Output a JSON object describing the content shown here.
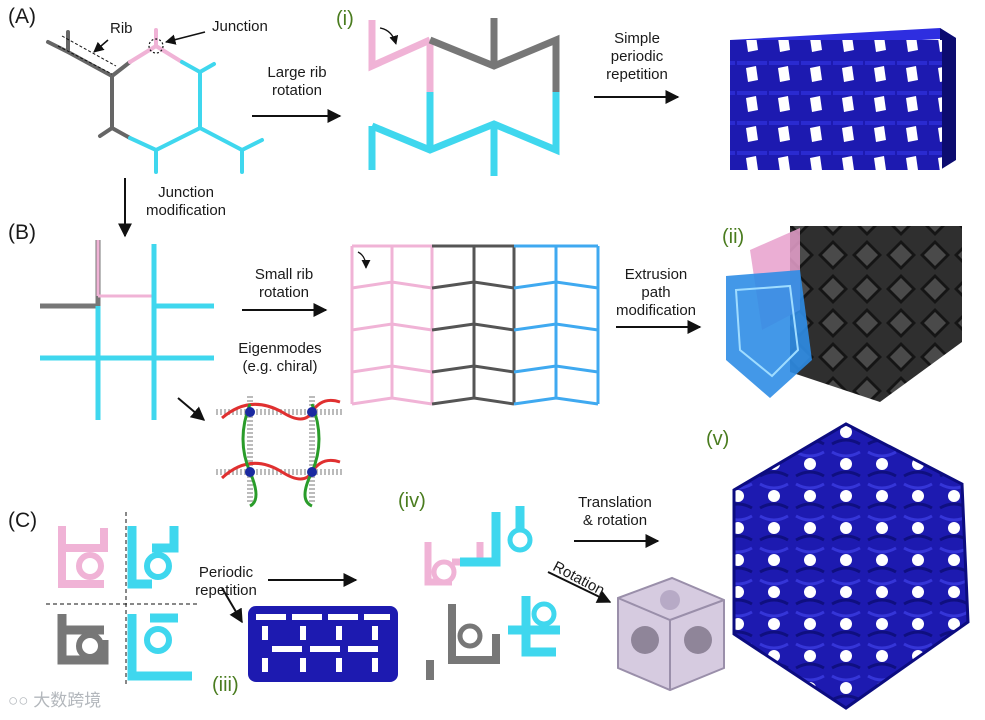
{
  "panels": {
    "a": "(A)",
    "b": "(B)",
    "c": "(C)"
  },
  "subpanels": {
    "i": "(i)",
    "ii": "(ii)",
    "iii": "(iii)",
    "iv": "(iv)",
    "v": "(v)"
  },
  "annotations": {
    "rib": "Rib",
    "junction": "Junction",
    "large_rib_rotation": [
      "Large rib",
      "rotation"
    ],
    "simple_periodic_repetition": [
      "Simple",
      "periodic",
      "repetition"
    ],
    "junction_modification": [
      "Junction",
      "modification"
    ],
    "small_rib_rotation": [
      "Small rib",
      "rotation"
    ],
    "extrusion_path_modification": [
      "Extrusion",
      "path",
      "modification"
    ],
    "eigenmodes": [
      "Eigenmodes",
      "(e.g. chiral)"
    ],
    "periodic_repetition": [
      "Periodic",
      "repetition"
    ],
    "translation_rotation": [
      "Translation",
      "& rotation"
    ],
    "rotation": "Rotation"
  },
  "watermark": "大数跨境",
  "colors": {
    "pink": "#f0b3d6",
    "cyan": "#3fd7ee",
    "blue": "#2a62e6",
    "gray": "#707070",
    "dark": "#3a3a3a",
    "navy": "#1d1aa8",
    "lavender": "#cfc3d9",
    "label_green": "#4a7c1f"
  }
}
